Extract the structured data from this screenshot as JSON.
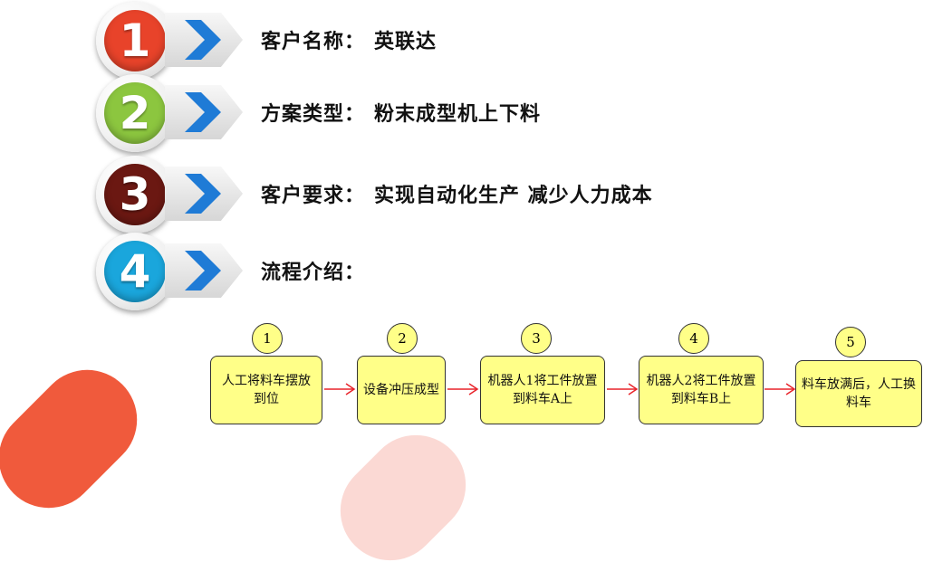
{
  "items": [
    {
      "number": "1",
      "color": "#e8432a",
      "label": "客户名称：",
      "value": "英联达"
    },
    {
      "number": "2",
      "color": "#8cc63f",
      "label": "方案类型：",
      "value": "粉末成型机上下料"
    },
    {
      "number": "3",
      "color": "#6b1812",
      "label": "客户要求：",
      "value": "实现自动化生产  减少人力成本"
    },
    {
      "number": "4",
      "color": "#1aa6dc",
      "label": "流程介绍：",
      "value": ""
    }
  ],
  "flow": {
    "steps": [
      {
        "number": "1",
        "text": "人工将料车摆放到位"
      },
      {
        "number": "2",
        "text": "设备冲压成型"
      },
      {
        "number": "3",
        "text": "机器人1将工件放置到料车A上"
      },
      {
        "number": "4",
        "text": "机器人2将工件放置到料车B上"
      },
      {
        "number": "5",
        "text": "料车放满后，人工换料车"
      }
    ],
    "arrow_color": "#e8232a",
    "box_color": "#ffff88"
  },
  "decor": {
    "red": "#f05a3c",
    "pink": "#fbd5cf",
    "chevron": "#1f7bd6"
  }
}
